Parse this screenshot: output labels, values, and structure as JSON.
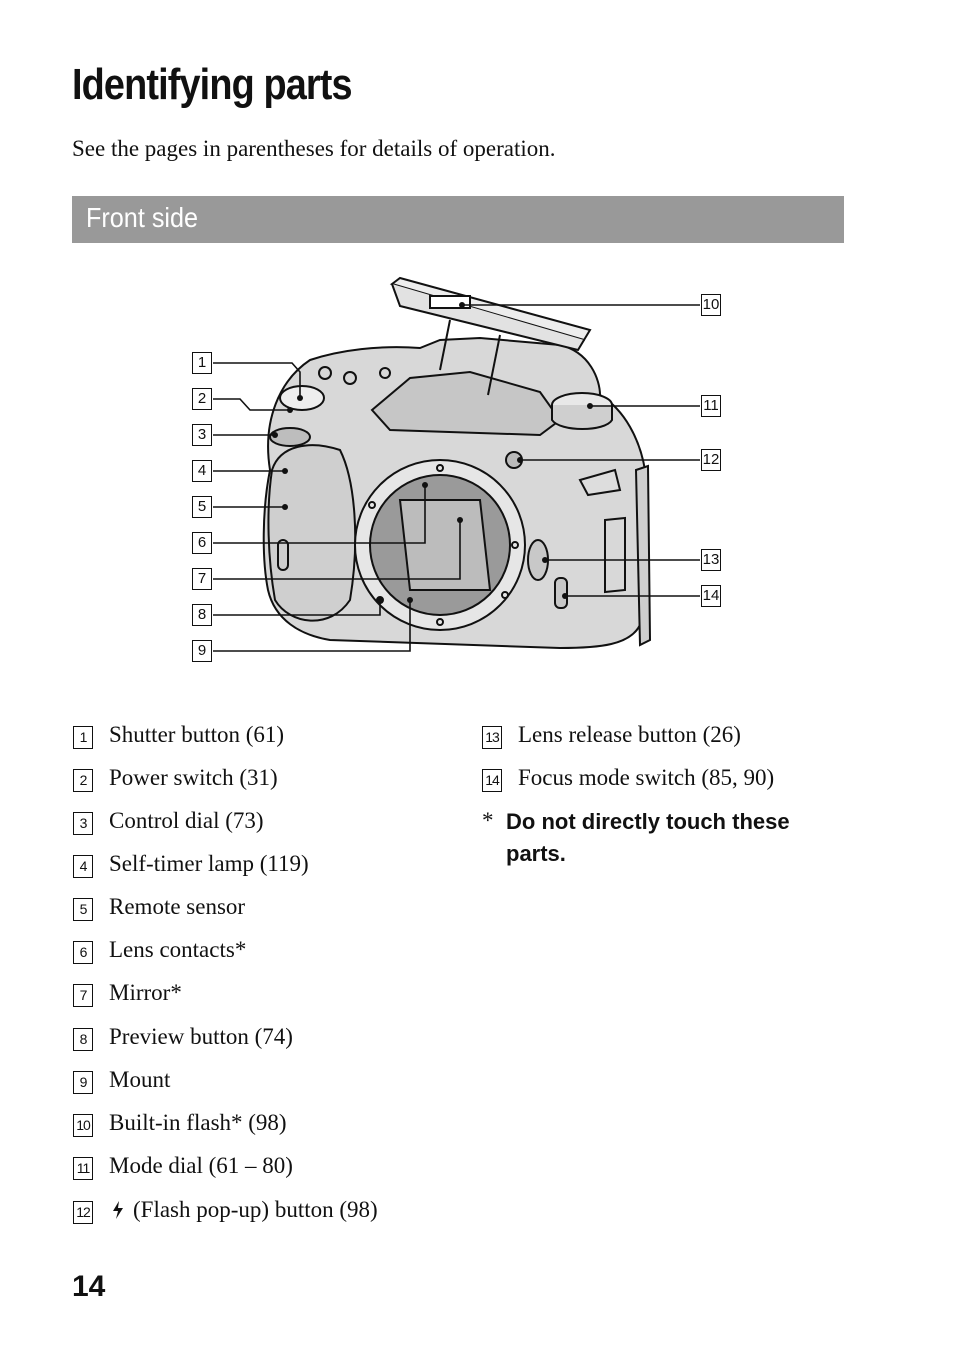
{
  "title": "Identifying parts",
  "intro": "See the pages in parentheses for details of operation.",
  "section": "Front side",
  "callouts": [
    "1",
    "2",
    "3",
    "4",
    "5",
    "6",
    "7",
    "8",
    "9",
    "10",
    "11",
    "12",
    "13",
    "14"
  ],
  "legend_left": [
    {
      "num": "1",
      "text": "Shutter button (61)"
    },
    {
      "num": "2",
      "text": "Power switch (31)"
    },
    {
      "num": "3",
      "text": "Control dial (73)"
    },
    {
      "num": "4",
      "text": "Self-timer lamp (119)"
    },
    {
      "num": "5",
      "text": "Remote sensor"
    },
    {
      "num": "6",
      "text": "Lens contacts*"
    },
    {
      "num": "7",
      "text": "Mirror*"
    },
    {
      "num": "8",
      "text": "Preview button (74)"
    },
    {
      "num": "9",
      "text": "Mount"
    },
    {
      "num": "10",
      "text": "Built-in flash* (98)"
    },
    {
      "num": "11",
      "text": "Mode dial (61 – 80)"
    },
    {
      "num": "12",
      "text": "(Flash pop-up) button (98)"
    }
  ],
  "legend_right": [
    {
      "num": "13",
      "text": "Lens release button (26)"
    },
    {
      "num": "14",
      "text": "Focus mode switch (85, 90)"
    }
  ],
  "note": {
    "star": "*",
    "text": "Do not directly touch these parts."
  },
  "page_number": "14"
}
